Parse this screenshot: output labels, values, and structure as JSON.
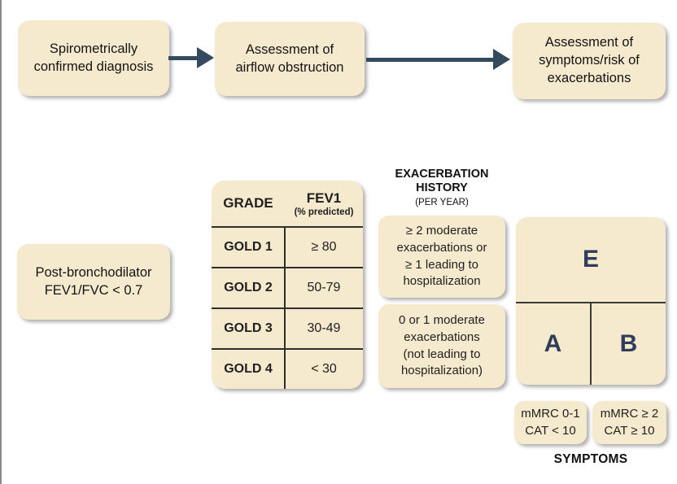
{
  "flow": {
    "step1": "Spirometrically\nconfirmed diagnosis",
    "step2": "Assessment of\nairflow obstruction",
    "step3": "Assessment of\nsymptoms/risk of\nexacerbations"
  },
  "post_bronchodilator": "Post-bronchodilator\nFEV1/FVC < 0.7",
  "grade_table": {
    "col1_header": "GRADE",
    "col2_header": "FEV1",
    "col2_subheader": "(% predicted)",
    "rows": [
      {
        "grade": "GOLD 1",
        "fev1": "≥ 80"
      },
      {
        "grade": "GOLD 2",
        "fev1": "50-79"
      },
      {
        "grade": "GOLD 3",
        "fev1": "30-49"
      },
      {
        "grade": "GOLD 4",
        "fev1": "< 30"
      }
    ]
  },
  "exacerbation": {
    "heading": "EXACERBATION\nHISTORY",
    "subheading": "(PER YEAR)",
    "high_risk": "≥ 2 moderate\nexacerbations or\n≥ 1 leading to\nhospitalization",
    "low_risk": "0 or 1 moderate\nexacerbations\n(not leading to\nhospitalization)"
  },
  "groups": {
    "e": "E",
    "a": "A",
    "b": "B"
  },
  "symptoms": {
    "low": "mMRC 0-1\nCAT < 10",
    "high": "mMRC ≥ 2\nCAT ≥ 10",
    "label": "SYMPTOMS"
  },
  "colors": {
    "box_fill": "#f5e9ce",
    "arrow": "#344a5e",
    "group_letter": "#2e3d59",
    "divider_line": "#2e2e2e",
    "text": "#1f1f1f",
    "background": "#ffffff"
  }
}
